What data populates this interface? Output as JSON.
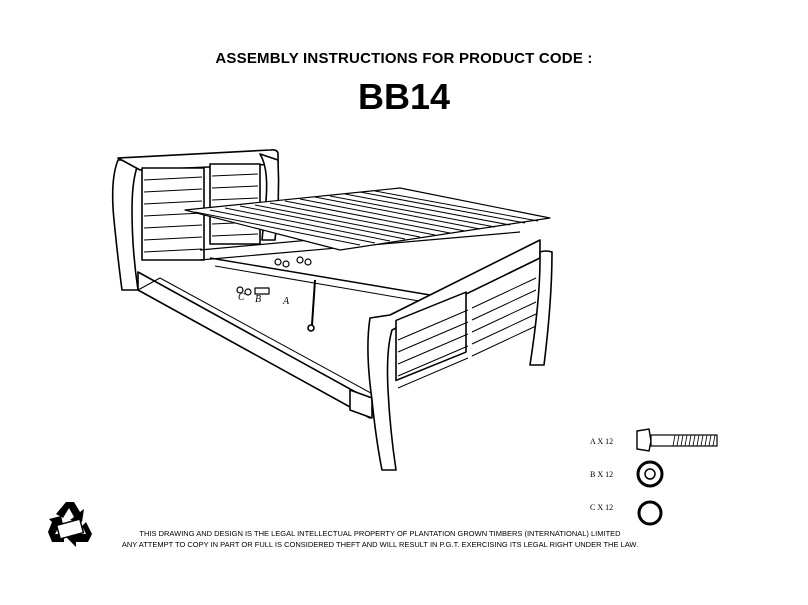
{
  "header": {
    "title": "ASSEMBLY INSTRUCTIONS FOR PRODUCT CODE :",
    "product_code": "BB14"
  },
  "callouts": {
    "c": "C",
    "b": "B",
    "a": "A"
  },
  "hardware": [
    {
      "label": "A X 12",
      "icon": "bolt-icon"
    },
    {
      "label": "B X 12",
      "icon": "washer-icon"
    },
    {
      "label": "C X 12",
      "icon": "spring-washer-icon"
    }
  ],
  "footer": {
    "line1": "THIS DRAWING AND DESIGN IS THE LEGAL INTELLECTUAL PROPERTY OF PLANTATION GROWN TIMBERS (INTERNATIONAL) LIMITED",
    "line2": "ANY ATTEMPT TO COPY IN PART OR FULL IS CONSIDERED THEFT AND WILL RESULT IN P.G.T. EXERCISING ITS LEGAL RIGHT UNDER THE LAW."
  }
}
